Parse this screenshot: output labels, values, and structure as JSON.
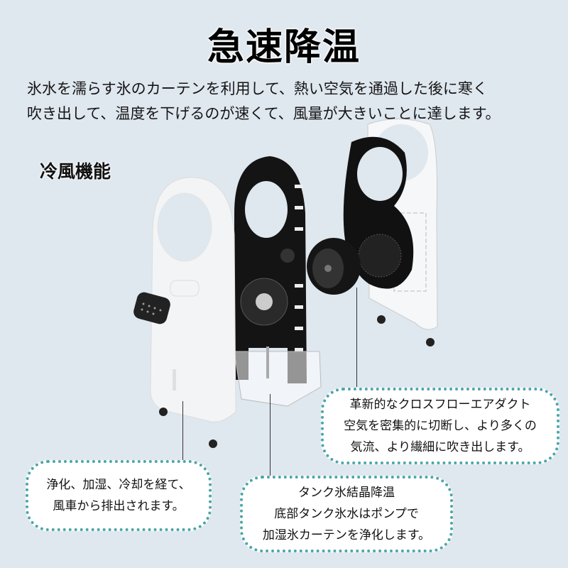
{
  "title": "急速降温",
  "intro": {
    "line1": "氷水を濡らす氷のカーテンを利用して、熱い空気を通過した後に寒く",
    "line2": "吹き出して、温度を下げるのが速くて、風量が大きいことに達します。"
  },
  "subtitle": "冷風機能",
  "callouts": {
    "airduct": {
      "line1": "革新的なクロスフローエアダクト",
      "line2": "空気を密集的に切断し、より多くの",
      "line3": "気流、より繊細に吹き出します。"
    },
    "purify": {
      "line1": "浄化、加湿、冷却を経て、",
      "line2": "風車から排出されます。"
    },
    "tank": {
      "line1": "タンク氷結晶降温",
      "line2": "底部タンク氷水はポンプで",
      "line3": "加湿氷カーテンを浄化します。"
    }
  },
  "colors": {
    "background": "#dfe7ef",
    "callout_border": "#4ba6a8"
  }
}
